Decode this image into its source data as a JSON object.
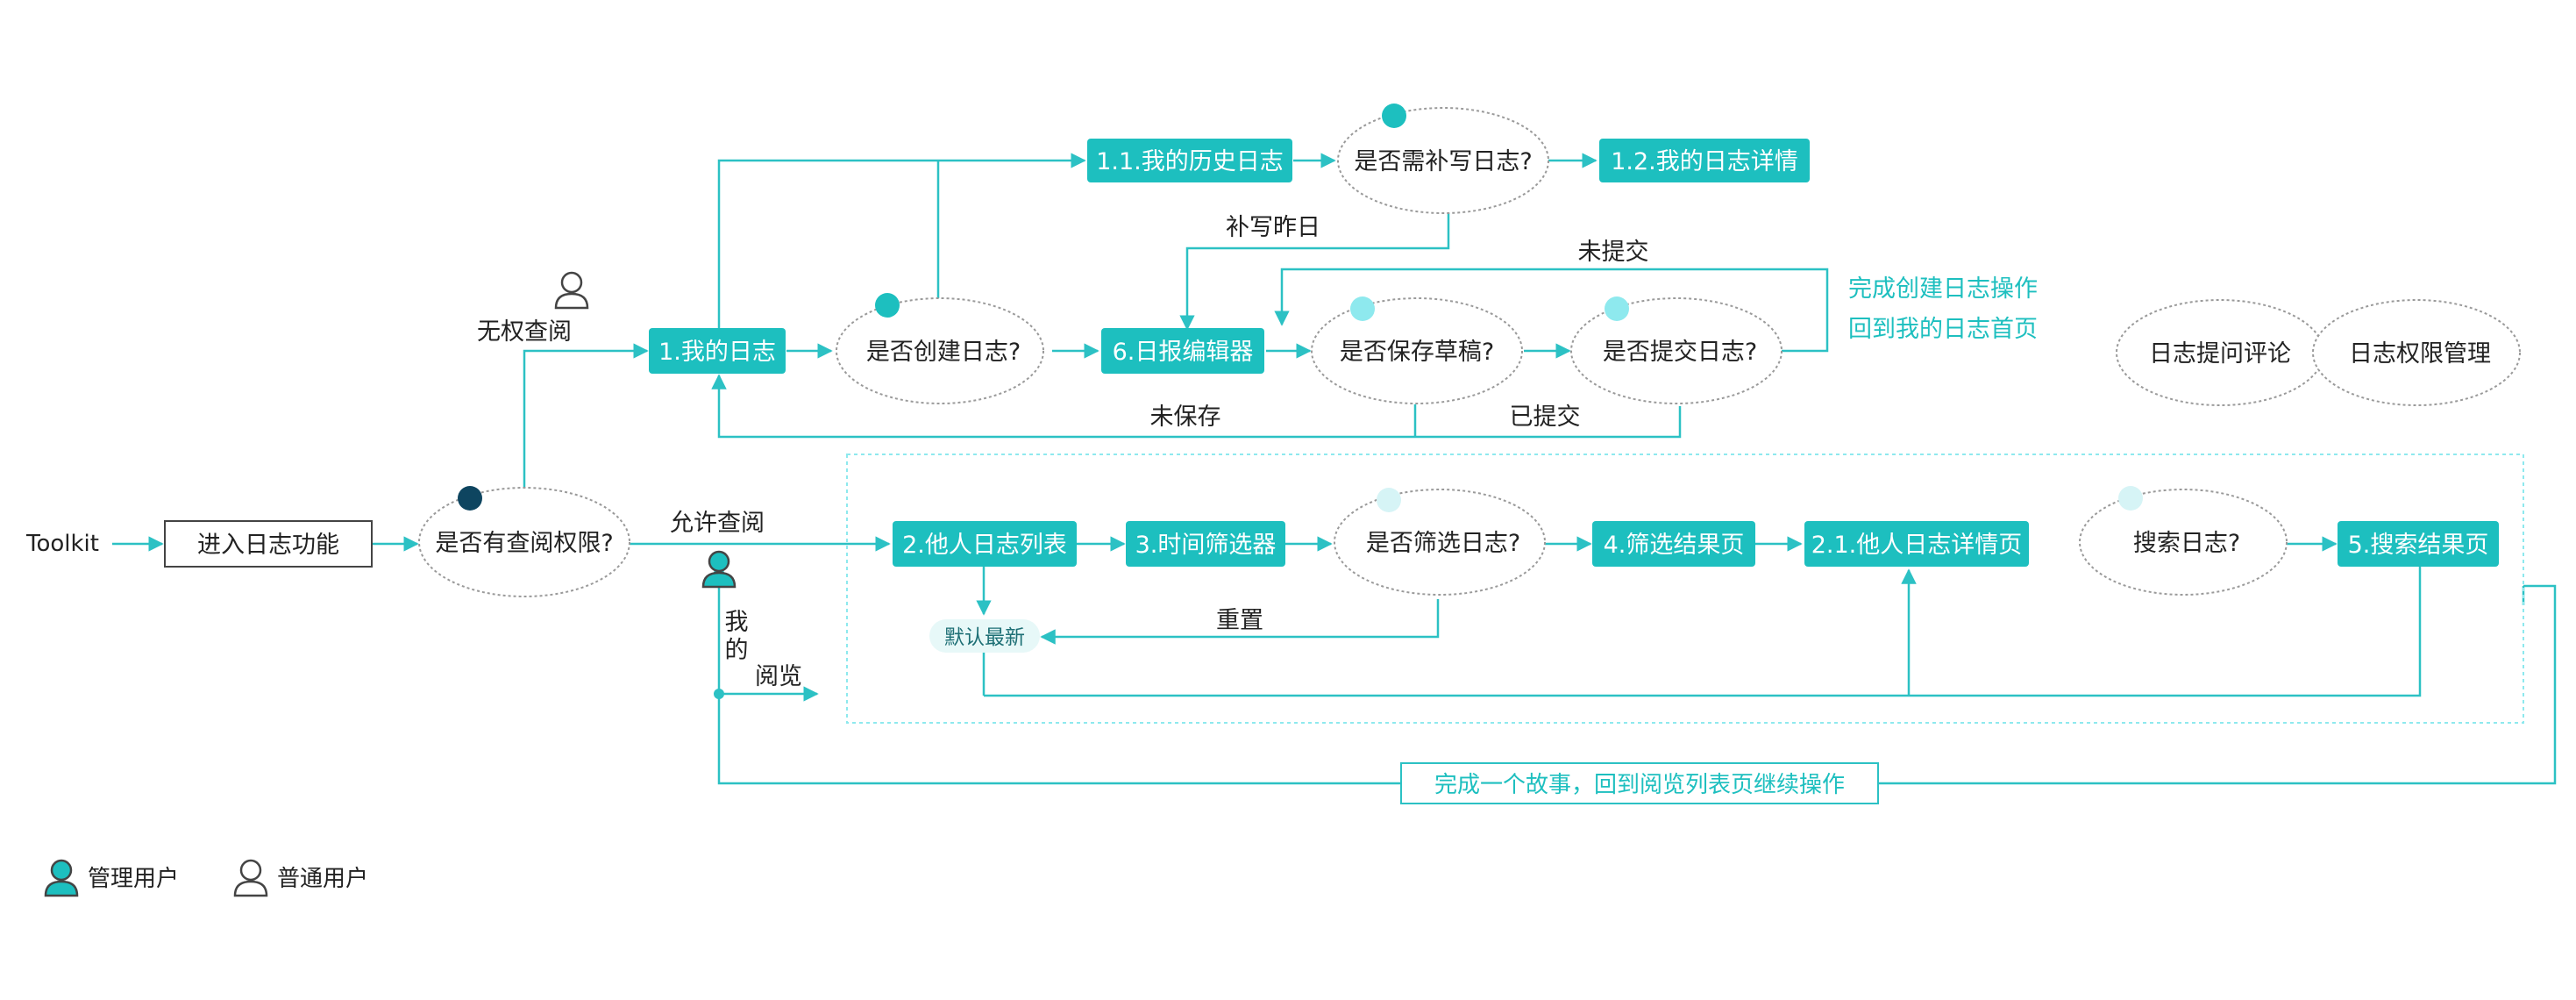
{
  "colors": {
    "teal": "#1dbfbf",
    "line": "#2cc1c4",
    "light_dot": "#8ee9ee",
    "dark_dot": "#0e4560",
    "ellipse_border": "#9a9a9a",
    "text": "#222222",
    "white": "#ffffff",
    "default_badge_bg": "#e7f8f8",
    "default_badge_text": "#1d6f75"
  },
  "labels": {
    "toolkit": "Toolkit",
    "enter": "进入日志功能",
    "perm_q": "是否有查阅权限?",
    "no_perm": "无权查阅",
    "allow": "允许查阅",
    "my_log": "1.我的日志",
    "create_q": "是否创建日志?",
    "history": "1.1.我的历史日志",
    "need_q": "是否需补写日志?",
    "detail": "1.2.我的日志详情",
    "makeup": "补写昨日",
    "editor": "6.日报编辑器",
    "draft_q": "是否保存草稿?",
    "submit_q": "是否提交日志?",
    "not_submitted": "未提交",
    "done_line1": "完成创建日志操作",
    "done_line2": "回到我的日志首页",
    "not_saved": "未保存",
    "submitted": "已提交",
    "comment": "日志提问评论",
    "perm_mgmt": "日志权限管理",
    "others_list": "2.他人日志列表",
    "time_filter": "3.时间筛选器",
    "filter_q": "是否筛选日志?",
    "filter_result": "4.筛选结果页",
    "others_detail": "2.1.他人日志详情页",
    "search_q": "搜索日志?",
    "search_result": "5.搜索结果页",
    "reset": "重置",
    "default_latest": "默认最新",
    "my_read_1": "我",
    "my_read_2": "的",
    "my_read_3": "阅览",
    "story_done": "完成一个故事，回到阅览列表页继续操作",
    "legend_admin": "管理用户",
    "legend_user": "普通用户"
  }
}
